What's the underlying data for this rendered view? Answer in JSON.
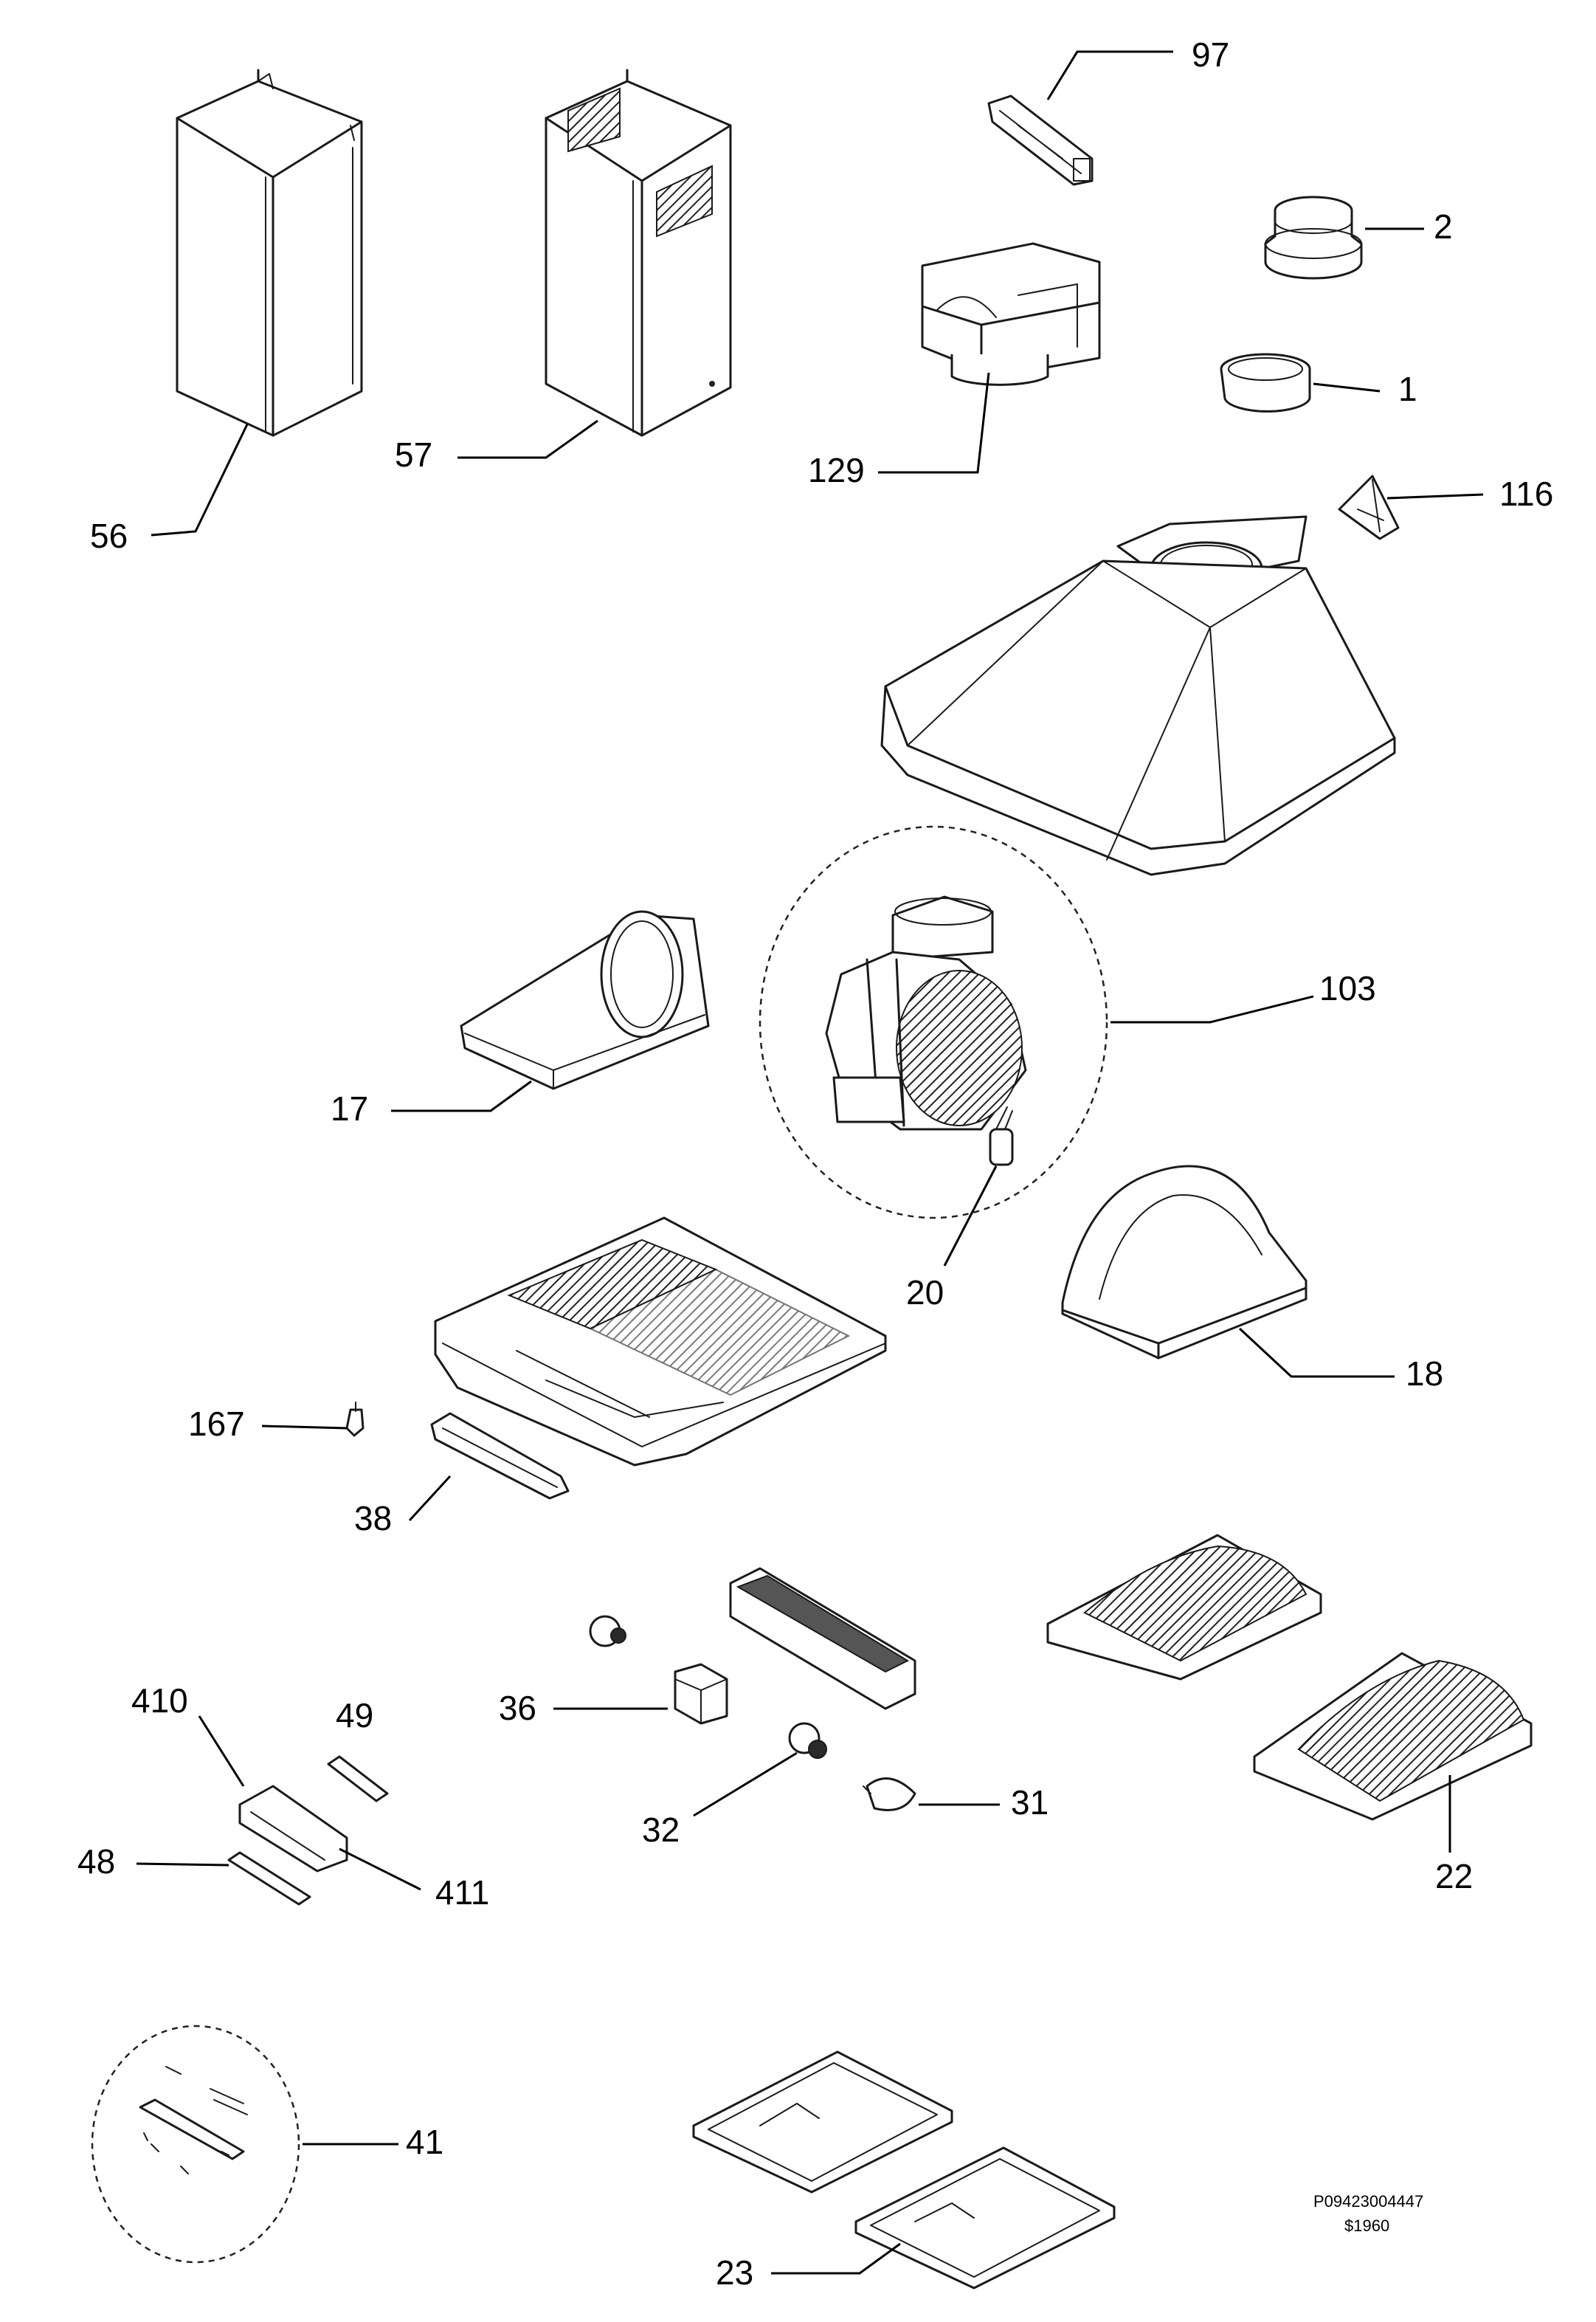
{
  "labels": {
    "p97": "97",
    "p2": "2",
    "p1": "1",
    "p129": "129",
    "p116": "116",
    "p56": "56",
    "p57": "57",
    "p103": "103",
    "p17": "17",
    "p20": "20",
    "p18": "18",
    "p167": "167",
    "p38": "38",
    "p410": "410",
    "p49": "49",
    "p36": "36",
    "p31": "31",
    "p32": "32",
    "p48": "48",
    "p411": "411",
    "p22": "22",
    "p41": "41",
    "p23": "23"
  },
  "footer": {
    "drawing_code": "P09423004447",
    "sheet_code": "$1960"
  }
}
